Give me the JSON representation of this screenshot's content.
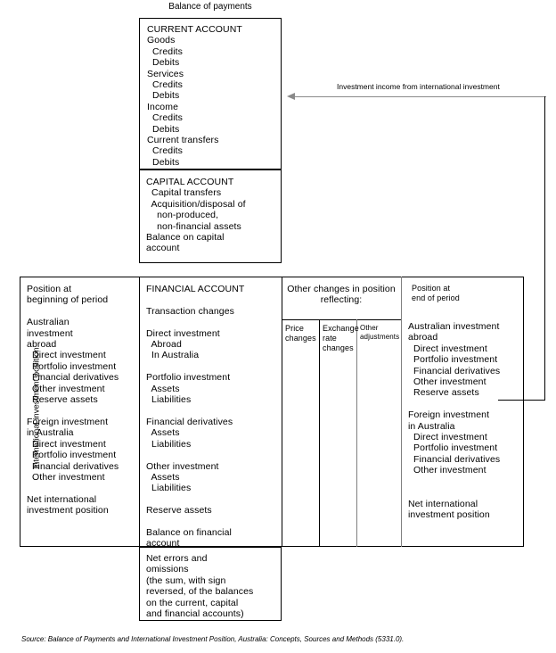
{
  "diagram": {
    "top_title": "Balance of payments",
    "vertical_axis_label": "International investment position",
    "arrow_label": "Investment income from international investment"
  },
  "current_account_box": {
    "text": "CURRENT ACCOUNT\nGoods\n  Credits\n  Debits\nServices\n  Credits\n  Debits\nIncome\n  Credits\n  Debits\nCurrent transfers\n  Credits\n  Debits"
  },
  "capital_account_box": {
    "text": "CAPITAL ACCOUNT\n  Capital transfers\n  Acquisition/disposal of\n    non-produced,\n    non-financial assets\nBalance on capital\naccount"
  },
  "position_beginning_box": {
    "text": "Position at\nbeginning of period\n\nAustralian\ninvestment\nabroad\n  Direct investment\n  Portfolio investment\n  Financial derivatives\n  Other investment\n  Reserve assets\n\nForeign investment\nin Australia\n  Direct investment\n  Portfolio investment\n  Financial derivatives\n  Other investment\n\nNet international\ninvestment position"
  },
  "financial_account_box": {
    "text": "FINANCIAL ACCOUNT\n\nTransaction changes\n\nDirect investment\n  Abroad\n  In Australia\n\nPortfolio investment\n  Assets\n  Liabilities\n\nFinancial derivatives\n  Assets\n  Liabilities\n\nOther investment\n  Assets\n  Liabilities\n\nReserve assets\n\nBalance on financial\naccount"
  },
  "other_changes_section": {
    "heading": "Other changes in position reflecting:",
    "columns": [
      {
        "label": "Price\nchanges"
      },
      {
        "label": "Exchange\nrate\nchanges"
      },
      {
        "label": "Other\nadjustments"
      }
    ]
  },
  "position_end_box": {
    "heading": "Position at\nend of period",
    "text": "Australian investment\nabroad\n  Direct investment\n  Portfolio investment\n  Financial derivatives\n  Other investment\n  Reserve assets\n\nForeign investment\nin Australia\n  Direct investment\n  Portfolio investment\n  Financial derivatives\n  Other investment\n\n\nNet international\ninvestment position"
  },
  "net_errors_box": {
    "text": "Net errors and\nomissions\n(the sum, with sign\nreversed, of the balances\non the current, capital\nand financial accounts)"
  },
  "source": {
    "text": "Source: Balance of Payments and International Investment Position, Australia: Concepts, Sources and Methods (5331.0)."
  },
  "colors": {
    "line": "#000000",
    "grey_line": "#808080",
    "arrow": "#8a8a8a",
    "background": "#ffffff"
  }
}
